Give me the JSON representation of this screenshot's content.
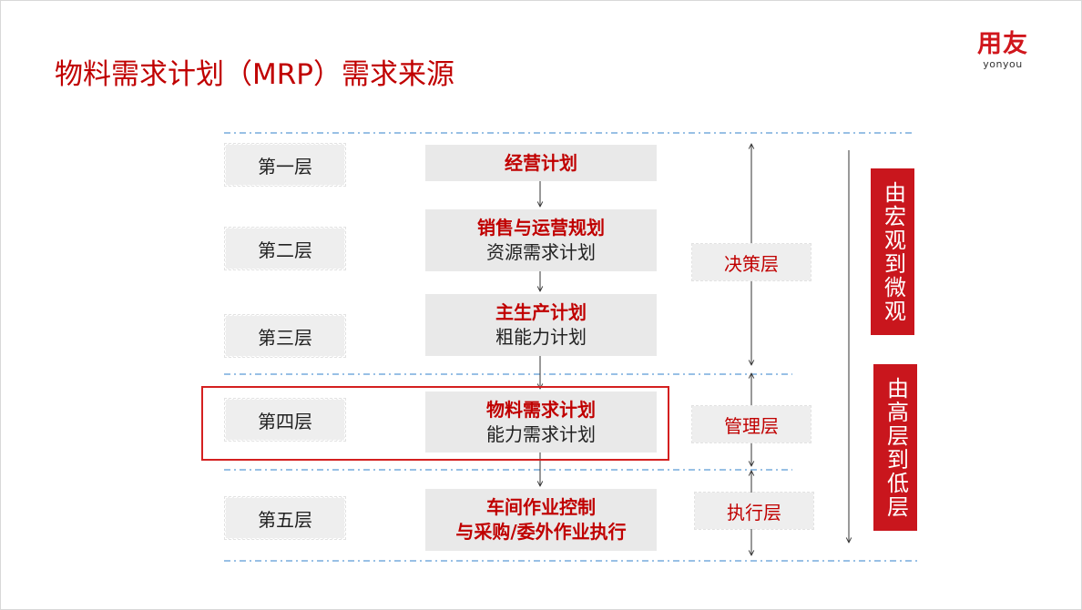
{
  "title": "物料需求计划（MRP）需求来源",
  "logo": {
    "main": "用友",
    "sub": "yonyou"
  },
  "layers": [
    {
      "label": "第一层",
      "plan_primary": "经营计划",
      "plan_secondary": ""
    },
    {
      "label": "第二层",
      "plan_primary": "销售与运营规划",
      "plan_secondary": "资源需求计划"
    },
    {
      "label": "第三层",
      "plan_primary": "主生产计划",
      "plan_secondary": "粗能力计划"
    },
    {
      "label": "第四层",
      "plan_primary": "物料需求计划",
      "plan_secondary": "能力需求计划"
    },
    {
      "label": "第五层",
      "plan_primary": "车间作业控制",
      "plan_secondary": "与采购/委外作业执行"
    }
  ],
  "categories": [
    {
      "label": "决策层"
    },
    {
      "label": "管理层"
    },
    {
      "label": "执行层"
    }
  ],
  "side_boxes": [
    {
      "text": "由宏观到微观"
    },
    {
      "text": "由高层到低层"
    }
  ],
  "colors": {
    "accent": "#c00000",
    "box_fill": "#e9e9e9",
    "side_fill": "#c9161d",
    "divider": "#5b9bd5"
  }
}
